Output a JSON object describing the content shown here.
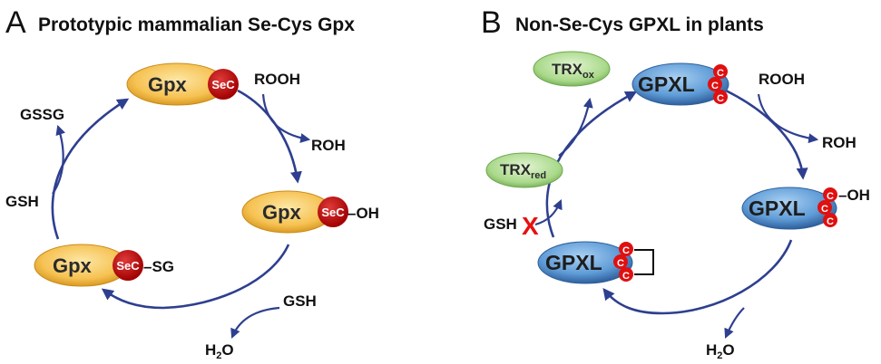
{
  "colors": {
    "arrow": "#2e3f8f",
    "gpx_fill": "#f6c253",
    "gpxl_fill": "#5e9bd6",
    "trx_fill": "#9ad07a",
    "sec_fill": "#c40a0a",
    "cys_fill": "#e01010",
    "x_mark": "#e81010"
  },
  "panel_a": {
    "letter": "A",
    "title": "Prototypic mammalian Se-Cys Gpx",
    "enzyme": "Gpx",
    "sec": "SeC",
    "oh": "–OH",
    "sg": "–SG",
    "rooh": "ROOH",
    "roh": "ROH",
    "gsh_right": "GSH",
    "gsh_left": "GSH",
    "gssg": "GSSG",
    "h2o_main": "H",
    "h2o_sub": "2",
    "h2o_tail": "O"
  },
  "panel_b": {
    "letter": "B",
    "title": "Non-Se-Cys GPXL in plants",
    "enzyme": "GPXL",
    "cys": "C",
    "oh": "–OH",
    "rooh": "ROOH",
    "roh": "ROH",
    "gsh": "GSH",
    "trx_ox_main": "TRX",
    "trx_ox_sub": "ox",
    "trx_red_main": "TRX",
    "trx_red_sub": "red",
    "h2o_main": "H",
    "h2o_sub": "2",
    "h2o_tail": "O",
    "x_mark": "X"
  }
}
